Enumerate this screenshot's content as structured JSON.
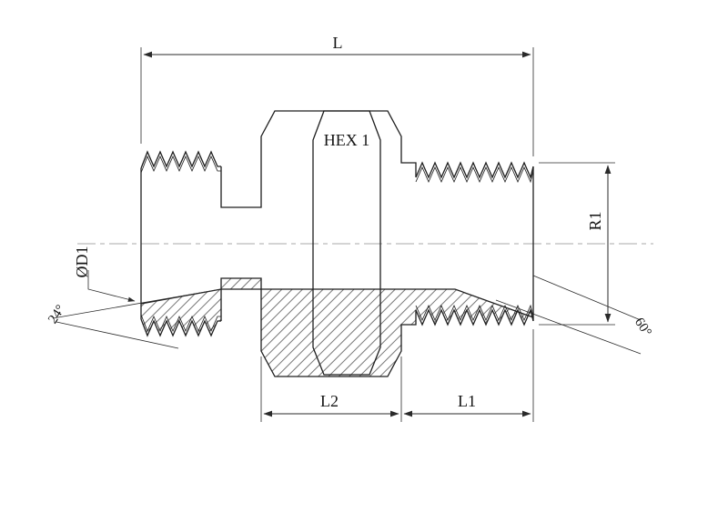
{
  "drawing": {
    "labels": {
      "overall_length": "L",
      "hex": "HEX 1",
      "bore_diameter": "ØD1",
      "left_angle": "24°",
      "right_angle": "60°",
      "right_diameter": "R1",
      "center_length": "L2",
      "right_length": "L1"
    },
    "colors": {
      "background": "#ffffff",
      "line": "#1e1e1e",
      "centerline": "#a8a8a8",
      "hatch": "#3c3c3c"
    }
  }
}
